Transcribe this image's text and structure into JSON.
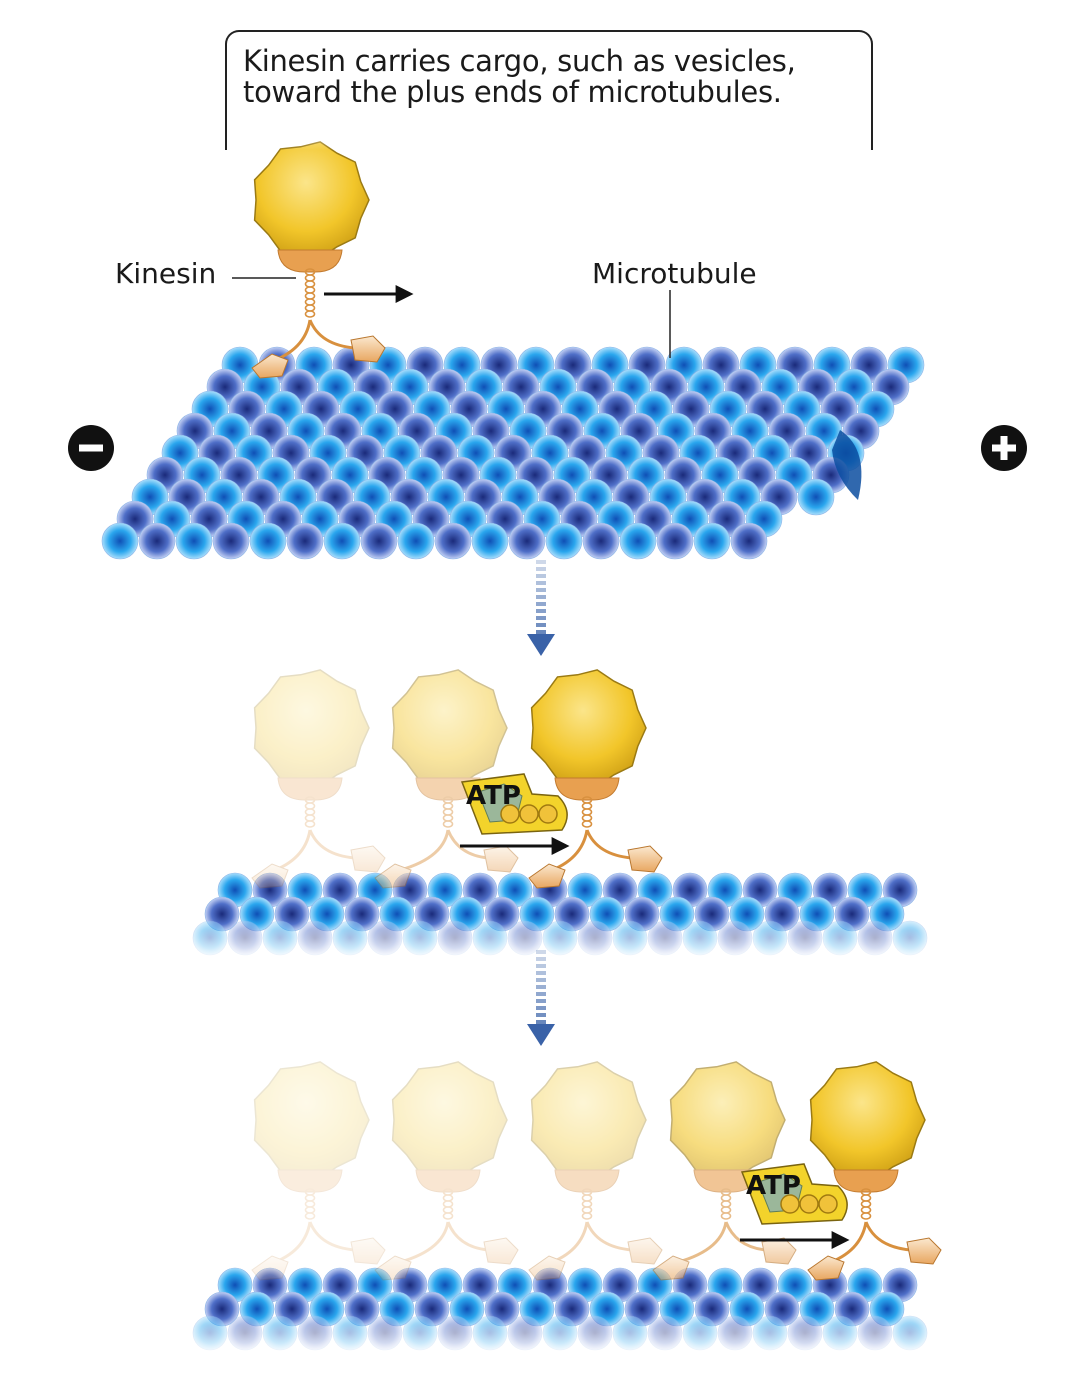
{
  "caption": {
    "line1": "Kinesin carries cargo, such as vesicles,",
    "line2": "toward the plus ends of microtubules."
  },
  "labels": {
    "kinesin": "Kinesin",
    "microtubule": "Microtubule",
    "minus_end": "−",
    "plus_end": "+"
  },
  "atp_label": "ATP",
  "icons": [
    "minus-end-icon",
    "plus-end-icon",
    "step-down-arrow-icon",
    "direction-arrow-icon",
    "atp-icon"
  ],
  "colors": {
    "cargo_vesicle": "#f2c62a",
    "kinesin_body": "#d9913a",
    "tubulin_light": "#4ab8ee",
    "tubulin_dark": "#2a5fb8",
    "atp_badge": "#f3d32b",
    "step_arrow": "#3a62a8"
  }
}
